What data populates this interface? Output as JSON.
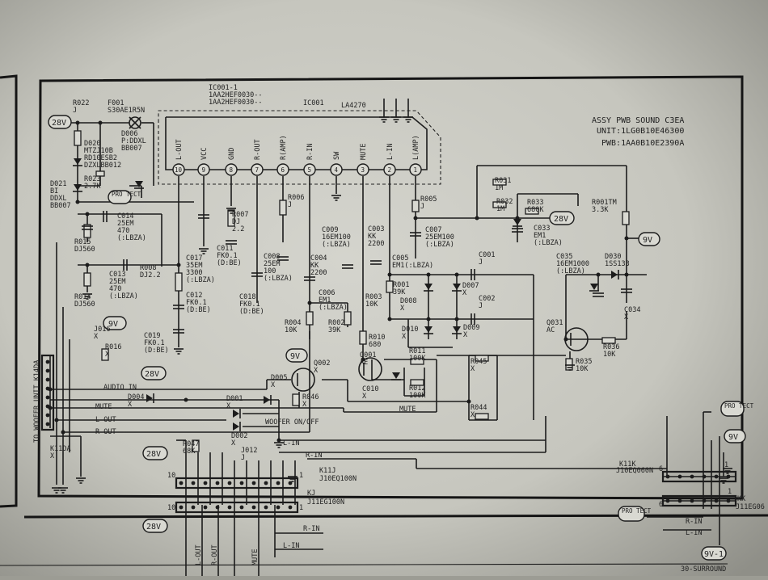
{
  "title_block": {
    "assy": "ASSY PWB SOUND C3EA",
    "unit": "UNIT:1LG0B10E46300",
    "pwb": "PWB:1AA0B10E2390A"
  },
  "ic": {
    "ref_lines": [
      "IC001-1",
      "1AA2HEF0030--",
      "1AA2HEF0030--"
    ],
    "name": "IC001",
    "part": "LA4270",
    "pins": [
      {
        "num": "10",
        "name": "L-OUT"
      },
      {
        "num": "9",
        "name": "VCC"
      },
      {
        "num": "8",
        "name": "GND"
      },
      {
        "num": "7",
        "name": "R-OUT"
      },
      {
        "num": "6",
        "name": "R(AMP)"
      },
      {
        "num": "5",
        "name": "R-IN"
      },
      {
        "num": "4",
        "name": "SW"
      },
      {
        "num": "3",
        "name": "MUTE"
      },
      {
        "num": "2",
        "name": "L-IN"
      },
      {
        "num": "1",
        "name": "L(AMP)"
      }
    ]
  },
  "fuse": {
    "ref": "F001",
    "part": "S30AE1R5N"
  },
  "supply_tags": {
    "v28": "28V",
    "v9": "9V",
    "prot": "PRO TECT",
    "prot_right": "PRO TECT",
    "v9_1": "9V-1"
  },
  "components": [
    {
      "id": "r022",
      "lines": [
        "R022",
        "J"
      ]
    },
    {
      "id": "d006",
      "lines": [
        "D006",
        "P:DDXL",
        "BB007"
      ]
    },
    {
      "id": "d020",
      "lines": [
        "D020",
        "MTZJ10B",
        "RD10ESB2",
        "DZXLBB012"
      ]
    },
    {
      "id": "d021",
      "lines": [
        "D021",
        "BI",
        "DDXL",
        "BB007"
      ]
    },
    {
      "id": "r023",
      "lines": [
        "R023",
        "2.7K"
      ]
    },
    {
      "id": "c014",
      "lines": [
        "C014",
        "25EM",
        "470",
        "(:LBZA)"
      ]
    },
    {
      "id": "r015",
      "lines": [
        "R015",
        "DJ560"
      ]
    },
    {
      "id": "c013",
      "lines": [
        "C013",
        "25EM",
        "470",
        "(:LBZA)"
      ]
    },
    {
      "id": "r008",
      "lines": [
        "R008",
        "DJ2.2"
      ]
    },
    {
      "id": "r014",
      "lines": [
        "R014",
        "DJ560"
      ]
    },
    {
      "id": "c017",
      "lines": [
        "C017",
        "35EM",
        "3300",
        "(:LBZA)"
      ]
    },
    {
      "id": "c011",
      "lines": [
        "C011",
        "FK0.1",
        "(D:BE)"
      ]
    },
    {
      "id": "r007",
      "lines": [
        "R007",
        "DJ",
        "2.2"
      ]
    },
    {
      "id": "c008",
      "lines": [
        "C008",
        "25EM",
        "100",
        "(:LBZA)"
      ]
    },
    {
      "id": "c012",
      "lines": [
        "C012",
        "FK0.1",
        "(D:BE)"
      ]
    },
    {
      "id": "c018",
      "lines": [
        "C018",
        "FK0.1",
        "(D:BE)"
      ]
    },
    {
      "id": "c019",
      "lines": [
        "C019",
        "FK0.1",
        "(D:BE)"
      ]
    },
    {
      "id": "r016",
      "lines": [
        "R016",
        "X"
      ]
    },
    {
      "id": "j016",
      "lines": [
        "J016",
        "X"
      ]
    },
    {
      "id": "r006",
      "lines": [
        "R006",
        "J"
      ]
    },
    {
      "id": "c004",
      "lines": [
        "C004",
        "KK",
        "2200"
      ]
    },
    {
      "id": "c006",
      "lines": [
        "C006",
        "EM1",
        "(:LBZA)"
      ]
    },
    {
      "id": "r004",
      "lines": [
        "R004",
        "10K"
      ]
    },
    {
      "id": "r002",
      "lines": [
        "R002",
        "39K"
      ]
    },
    {
      "id": "c009",
      "lines": [
        "C009",
        "16EM100",
        "(:LBZA)"
      ]
    },
    {
      "id": "c003",
      "lines": [
        "C003",
        "KK",
        "2200"
      ]
    },
    {
      "id": "c005",
      "lines": [
        "C005",
        "EM1(:LBZA)"
      ]
    },
    {
      "id": "r003",
      "lines": [
        "R003",
        "10K"
      ]
    },
    {
      "id": "r001",
      "lines": [
        "R001",
        "39K"
      ]
    },
    {
      "id": "r010",
      "lines": [
        "R010",
        "680"
      ]
    },
    {
      "id": "r005",
      "lines": [
        "R005",
        "J"
      ]
    },
    {
      "id": "c007",
      "lines": [
        "C007",
        "25EM100",
        "(:LBZA)"
      ]
    },
    {
      "id": "c001",
      "lines": [
        "C001",
        "J"
      ]
    },
    {
      "id": "d007",
      "lines": [
        "D007",
        "X"
      ]
    },
    {
      "id": "d008",
      "lines": [
        "D008",
        "X"
      ]
    },
    {
      "id": "c002",
      "lines": [
        "C002",
        "J"
      ]
    },
    {
      "id": "d010",
      "lines": [
        "D010",
        "X"
      ]
    },
    {
      "id": "d009",
      "lines": [
        "D009",
        "X"
      ]
    },
    {
      "id": "r031",
      "lines": [
        "R031",
        "1M"
      ]
    },
    {
      "id": "r032",
      "lines": [
        "R032",
        "1M"
      ]
    },
    {
      "id": "r033",
      "lines": [
        "R033",
        "680K"
      ]
    },
    {
      "id": "c033",
      "lines": [
        "C033",
        "EM1",
        "(:LBZA)"
      ]
    },
    {
      "id": "r001tm",
      "lines": [
        "R001TM",
        "3.3K"
      ]
    },
    {
      "id": "c035",
      "lines": [
        "C035",
        "16EM1000",
        "(:LBZA)"
      ]
    },
    {
      "id": "d030",
      "lines": [
        "D030",
        "1SS133"
      ]
    },
    {
      "id": "c034",
      "lines": [
        "C034",
        "X"
      ]
    },
    {
      "id": "q031",
      "lines": [
        "Q031",
        "AC"
      ]
    },
    {
      "id": "r036",
      "lines": [
        "R036",
        "10K"
      ]
    },
    {
      "id": "r035",
      "lines": [
        "R035",
        "10K"
      ]
    },
    {
      "id": "q001",
      "lines": [
        "Q001",
        "AE"
      ]
    },
    {
      "id": "q002",
      "lines": [
        "Q002",
        "X"
      ]
    },
    {
      "id": "d005",
      "lines": [
        "D005",
        "X"
      ]
    },
    {
      "id": "r046",
      "lines": [
        "R046",
        "X"
      ]
    },
    {
      "id": "r011",
      "lines": [
        "R011",
        "100K"
      ]
    },
    {
      "id": "c010",
      "lines": [
        "C010",
        "X"
      ]
    },
    {
      "id": "r012",
      "lines": [
        "R012",
        "100K"
      ]
    },
    {
      "id": "r045",
      "lines": [
        "R045",
        "X"
      ]
    },
    {
      "id": "r044",
      "lines": [
        "R044",
        "X"
      ]
    },
    {
      "id": "d004",
      "lines": [
        "D004",
        "X"
      ]
    },
    {
      "id": "d001",
      "lines": [
        "D001",
        "X"
      ]
    },
    {
      "id": "d002",
      "lines": [
        "D002",
        "X"
      ]
    },
    {
      "id": "r047",
      "lines": [
        "R047",
        "68K"
      ]
    },
    {
      "id": "j012",
      "lines": [
        "J012",
        "J"
      ]
    },
    {
      "id": "k11da",
      "lines": [
        "K11DA",
        "X"
      ]
    }
  ],
  "connectors": {
    "k11j": [
      "K11J",
      "J10EQ100N"
    ],
    "kj": [
      "KJ",
      "J11EG100N"
    ],
    "k11k": [
      "K11K",
      "J10EQ060N"
    ],
    "kk": [
      "KK",
      "J11EG06"
    ],
    "to_woofer": "TO WOOFER UNIT K14DA",
    "pin10_top": "10",
    "pin1_top": "1",
    "pin10_bot": "10",
    "pin1_bot": "1",
    "pin6_top": "6",
    "pin1_right_top": "1",
    "pin6_bot": "6",
    "pin1_right_bot": "1"
  },
  "nets": {
    "audio_in": "AUDIO IN",
    "mute": "MUTE",
    "l_out": "L-OUT",
    "r_out": "R-OUT",
    "woofer": "WOOFER ON/OFF",
    "l_in": "L-IN",
    "r_in": "R-IN",
    "mute_right": "MUTE",
    "r_in_right": "R-IN",
    "l_in_right": "L-IN",
    "surround": "30-SURROUND"
  },
  "bottom_pins": [
    "L-OUT",
    "R-OUT",
    "MUTE"
  ],
  "bottom_nets": {
    "r_in": "R-IN",
    "l_in": "L-IN"
  }
}
